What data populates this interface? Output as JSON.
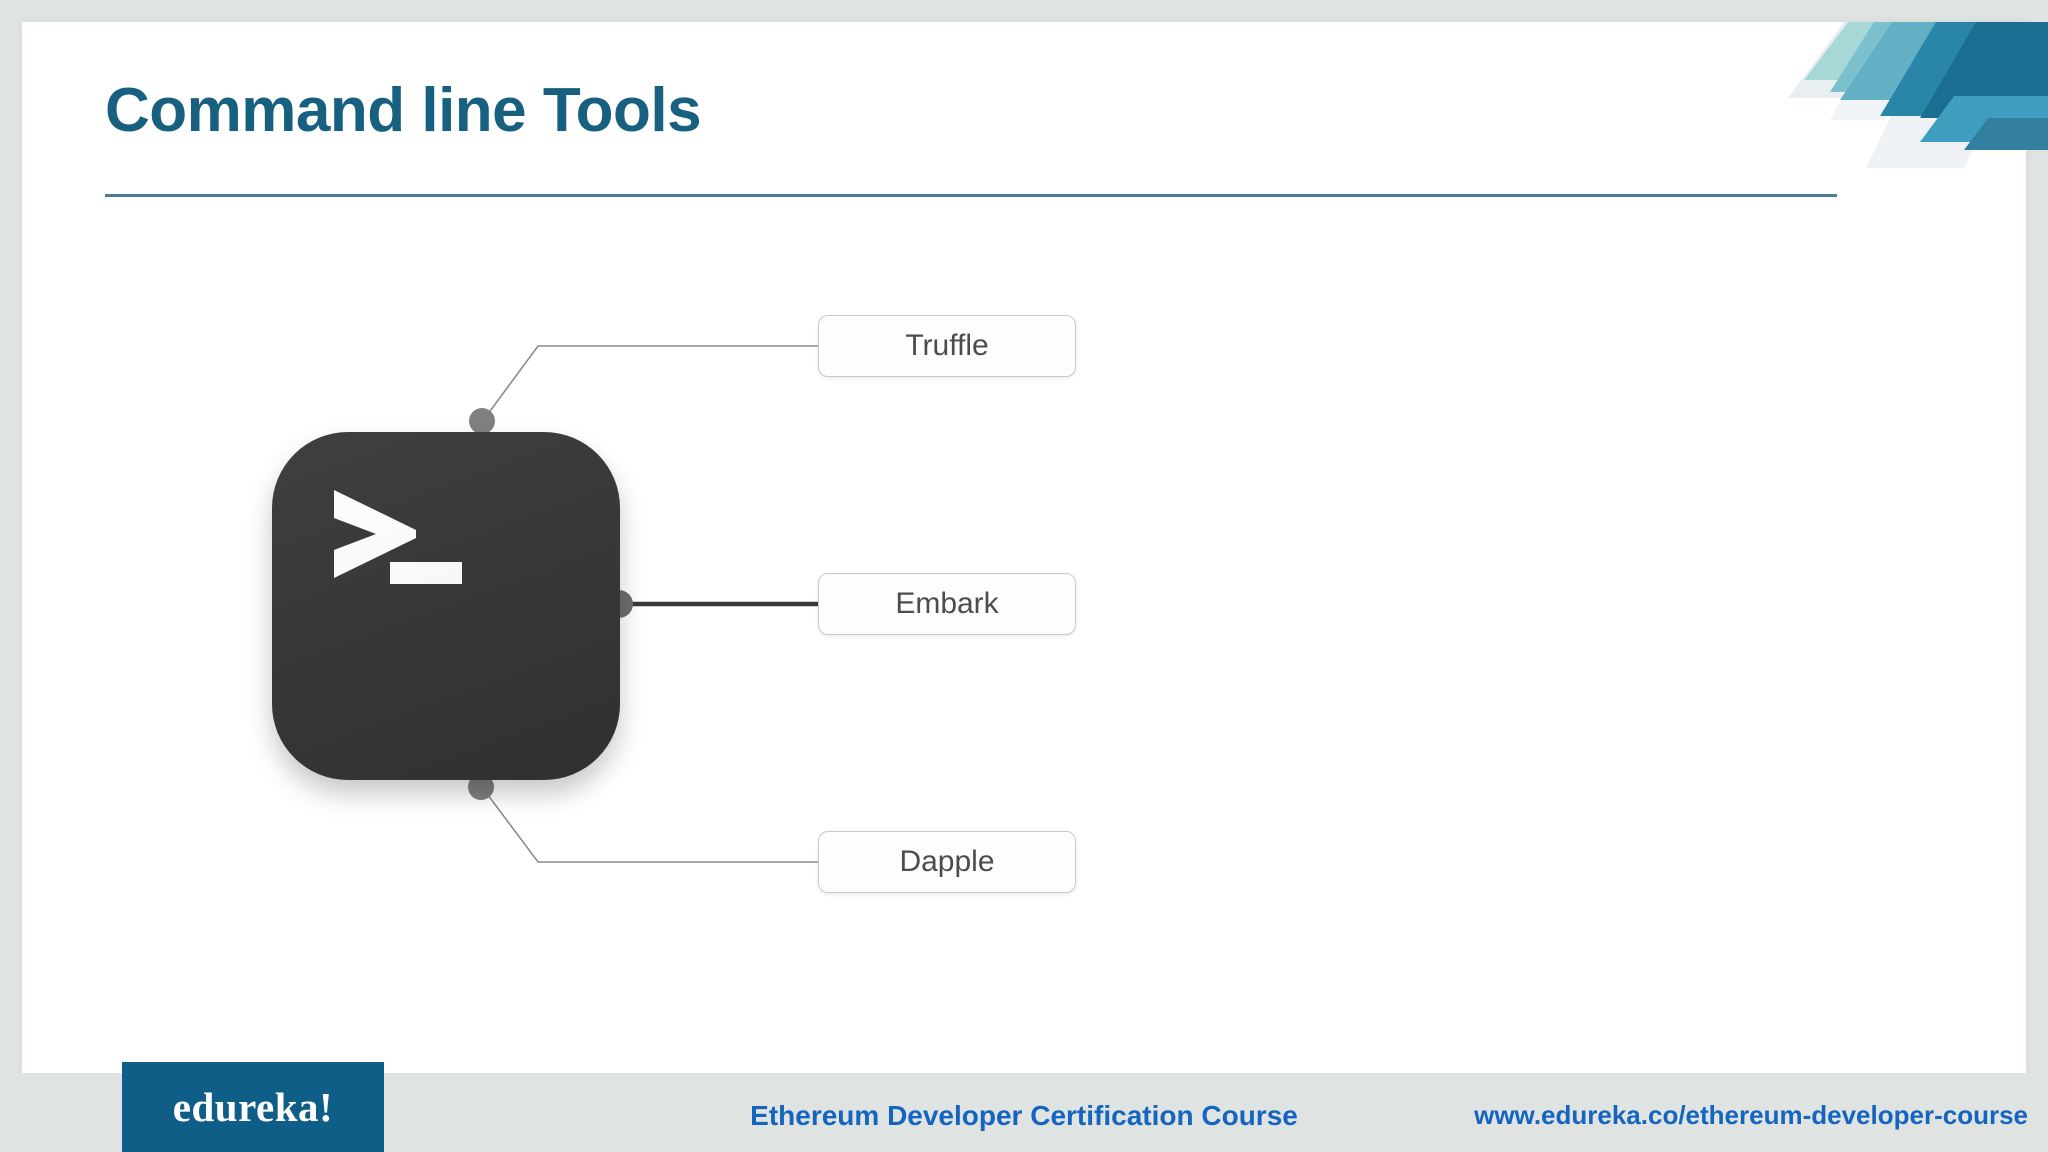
{
  "slide": {
    "title": "Command line Tools",
    "title_color": "#17607f",
    "rule_color": "#4a7f93",
    "card_background": "#ffffff",
    "page_background": "#dfe4e3"
  },
  "decoration": {
    "corner_name": "corner-ribbon-decoration",
    "stripe_colors": [
      "#8ecfd0",
      "#69b3c6",
      "#2f87a8",
      "#1b6d90",
      "#3f9ec0",
      "#e8edf0"
    ]
  },
  "diagram": {
    "center_icon": {
      "name": "terminal-icon",
      "glyph": ">_",
      "background": "#333333"
    },
    "connector_color_thin": "#8c8c8c",
    "connector_color_thick": "#3a3a3a",
    "node_dot_color": "#808080",
    "nodes": [
      {
        "label": "Truffle",
        "id": "truffle"
      },
      {
        "label": "Embark",
        "id": "embark"
      },
      {
        "label": "Dapple",
        "id": "dapple"
      }
    ]
  },
  "footer": {
    "brand": "edureka!",
    "brand_background": "#0f5e87",
    "course": "Ethereum Developer Certification Course",
    "url": "www.edureka.co/ethereum-developer-course",
    "text_color": "#1565c0"
  }
}
